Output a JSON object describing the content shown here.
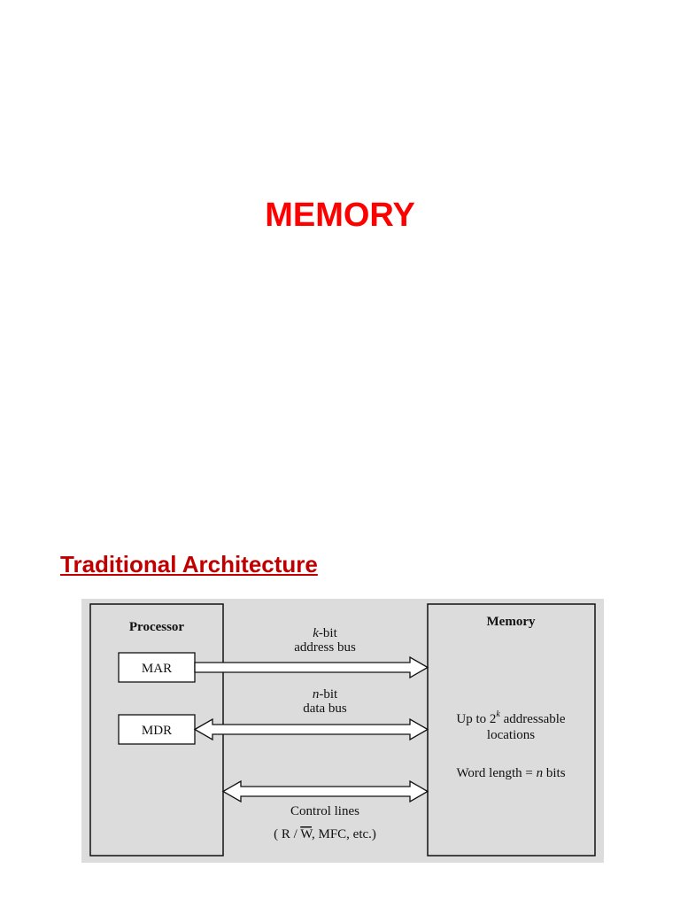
{
  "title": "MEMORY",
  "section_heading": "Traditional Architecture",
  "colors": {
    "title": "#ff0000",
    "heading": "#c00000",
    "diagram_background": "#dcdcdc",
    "block_fill": "#dcdcdc",
    "register_fill": "#ffffff",
    "stroke": "#111111"
  },
  "diagram": {
    "processor_label": "Processor",
    "memory_label": "Memory",
    "mar_label": "MAR",
    "mdr_label": "MDR",
    "address_bus": {
      "prefix": "k",
      "suffix": "-bit",
      "line2": "address bus"
    },
    "data_bus": {
      "prefix": "n",
      "suffix": "-bit",
      "line2": "data bus"
    },
    "control": {
      "line1": "Control lines",
      "open": "( ",
      "rw_r": "R / ",
      "rw_w": "W",
      "rest": ", MFC, etc.)"
    },
    "memory_locations": {
      "pre": "Up to 2",
      "sup": "k",
      "post": " addressable",
      "line2": "locations"
    },
    "word_length": {
      "pre": "Word length = ",
      "var": "n",
      "post": " bits"
    }
  }
}
